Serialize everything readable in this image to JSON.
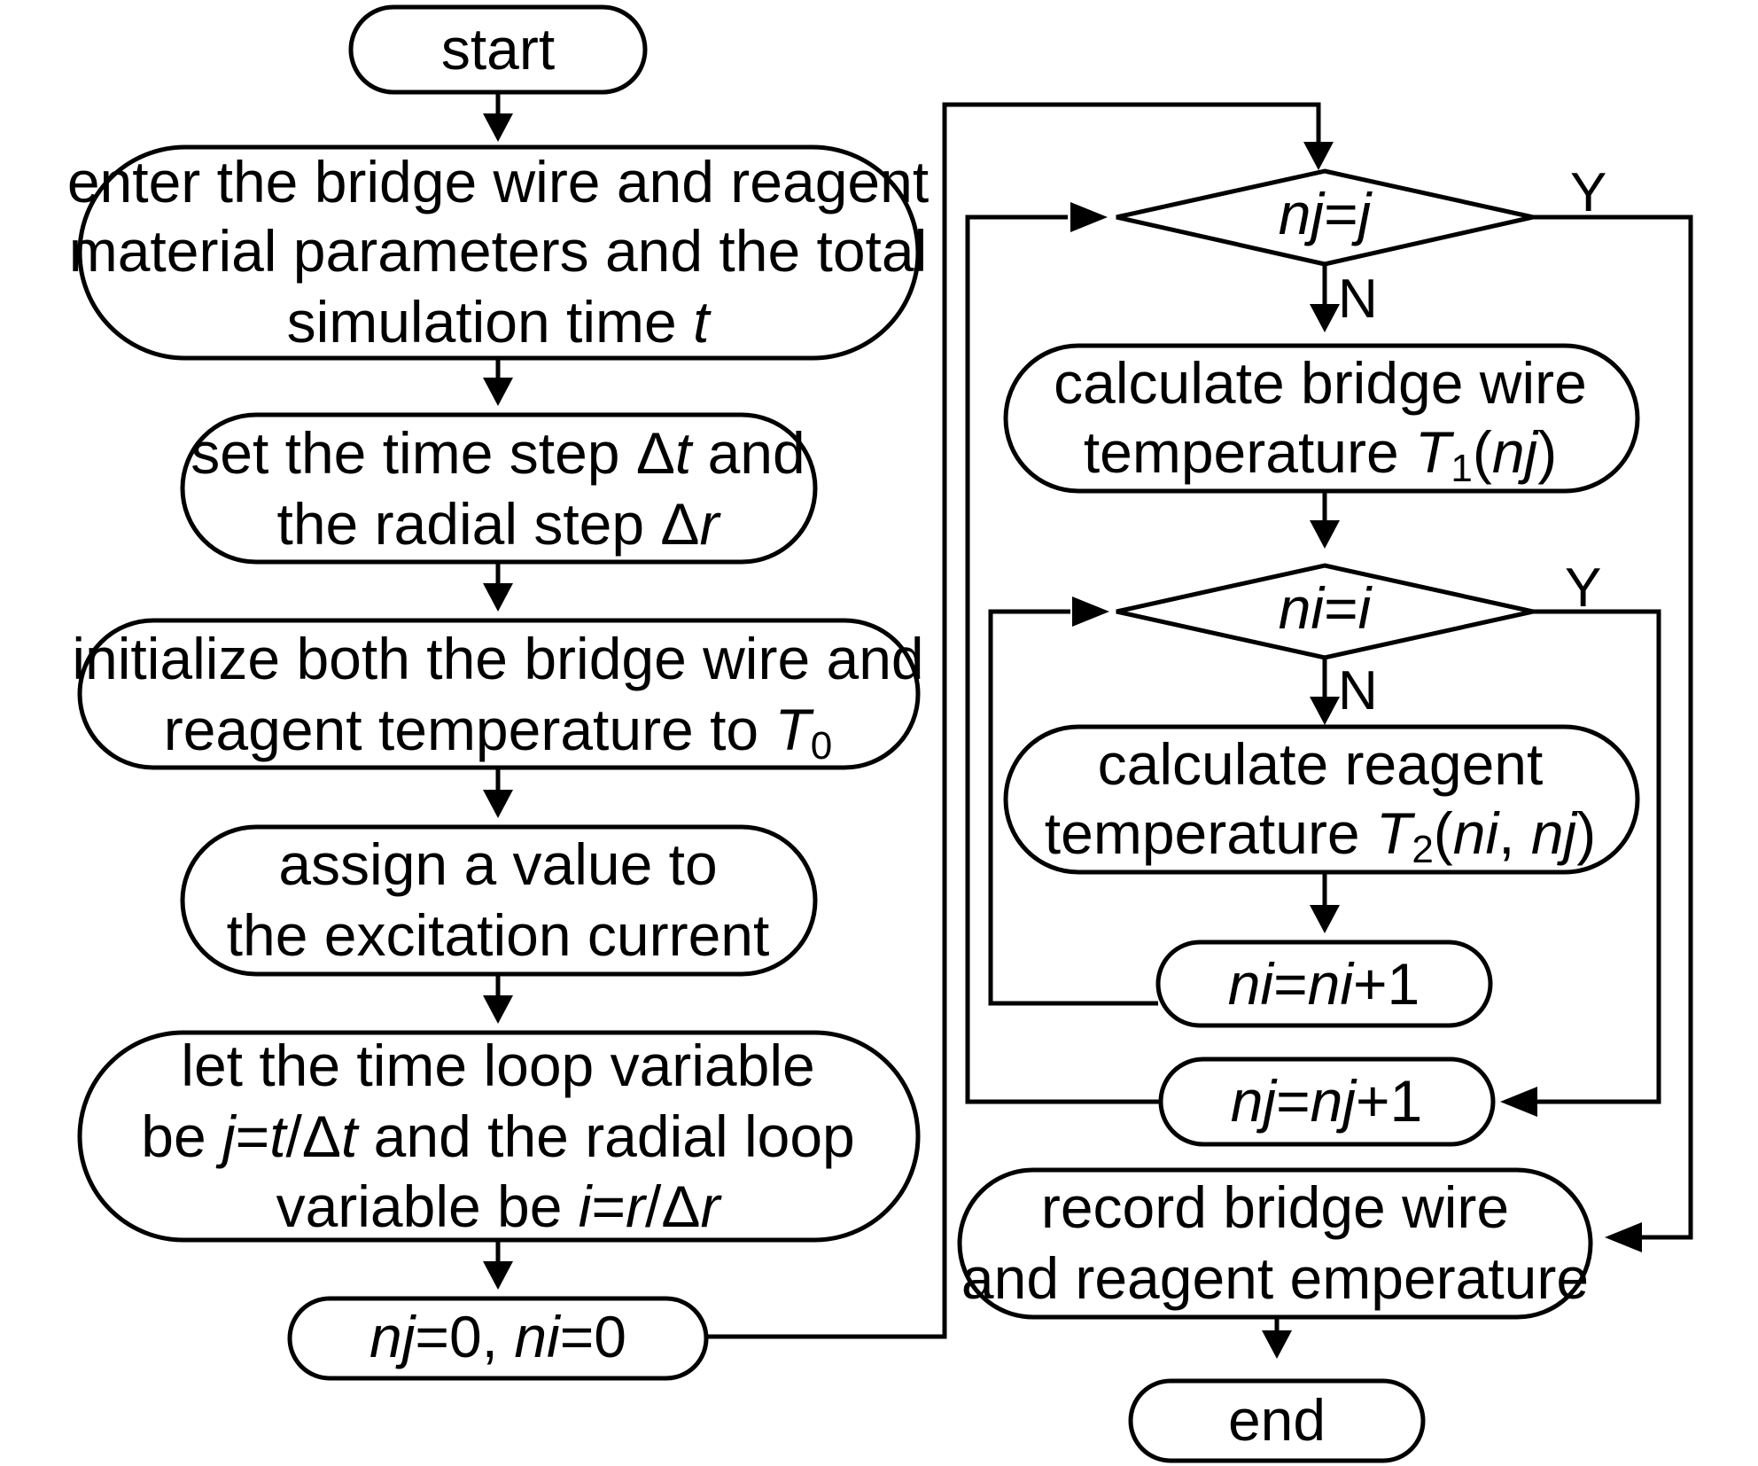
{
  "nodes": {
    "start": "start",
    "enter_params": {
      "line1": "enter the bridge wire and reagent",
      "line2": "material parameters and the total",
      "line3_text": "simulation time ",
      "line3_var": "t"
    },
    "set_steps": {
      "l1_a": "set the time step Δ",
      "l1_var": "t",
      "l1_b": " and",
      "l2_a": "the radial step Δ",
      "l2_var": "r"
    },
    "initialize": {
      "line1": "initialize both the bridge wire and",
      "line2_text": "reagent temperature to ",
      "line2_var": "T",
      "line2_sub": "0"
    },
    "assign_current": {
      "line1": "assign a value to",
      "line2": "the excitation current"
    },
    "loop_vars": {
      "line1": "let the time loop variable",
      "l2_a": "be ",
      "l2_j": "j",
      "l2_eq": "=",
      "l2_t": "t",
      "l2_div": "/Δ",
      "l2_t2": "t",
      "l2_b": " and the radial loop",
      "l3_a": "variable be ",
      "l3_i": "i",
      "l3_eq": "=",
      "l3_r": "r",
      "l3_div": "/Δ",
      "l3_r2": "r"
    },
    "init_counters": {
      "nj": "nj",
      "eq0": "=0, ",
      "ni": "ni",
      "eq0b": "=0"
    },
    "cond_nj": {
      "a": "nj",
      "eq": "=",
      "b": "j"
    },
    "calc_bridge": {
      "line1": "calculate bridge wire",
      "l2_text": "temperature ",
      "l2_var": "T",
      "l2_sub": "1",
      "l2_open": "(",
      "l2_arg": "nj",
      "l2_close": ")"
    },
    "cond_ni": {
      "a": "ni",
      "eq": "=",
      "b": "i"
    },
    "calc_reagent": {
      "line1": "calculate reagent",
      "l2_text": "temperature ",
      "l2_var": "T",
      "l2_sub": "2",
      "l2_open": "(",
      "l2_arg1": "ni",
      "l2_sep": ", ",
      "l2_arg2": "nj",
      "l2_close": ")"
    },
    "inc_ni": {
      "a": "ni",
      "eq": "=",
      "b": "ni",
      "plus": "+1"
    },
    "inc_nj": {
      "a": "nj",
      "eq": "=",
      "b": "nj",
      "plus": "+1"
    },
    "record": {
      "line1": "record bridge wire",
      "line2": "and reagent emperature"
    },
    "end": "end"
  },
  "edge_labels": {
    "nj_yes": "Y",
    "nj_no": "N",
    "ni_yes": "Y",
    "ni_no": "N"
  }
}
